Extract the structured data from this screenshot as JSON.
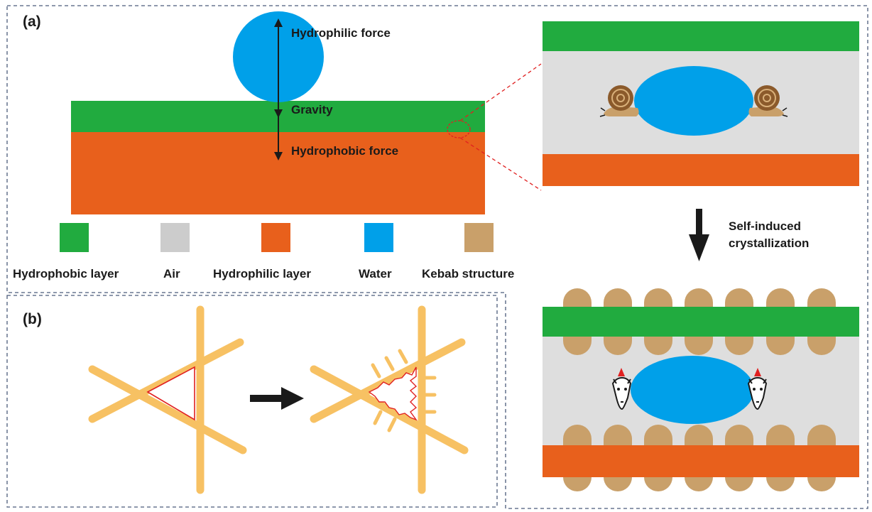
{
  "panels": {
    "a_label": "(a)",
    "b_label": "(b)"
  },
  "forces": {
    "top": "Hydrophilic force",
    "middle": "Gravity",
    "bottom": "Hydrophobic force"
  },
  "legend": [
    {
      "label": "Hydrophobic layer",
      "color": "#21ab3f"
    },
    {
      "label": "Air",
      "color": "#cccccc"
    },
    {
      "label": "Hydrophilic layer",
      "color": "#e8601c"
    },
    {
      "label": "Water",
      "color": "#00a0e9"
    },
    {
      "label": "Kebab structure",
      "color": "#c9a06a"
    }
  ],
  "process": {
    "line1": "Self-induced",
    "line2": "crystallization"
  },
  "colors": {
    "hydrophobic": "#21ab3f",
    "hydrophilic": "#e8601c",
    "water": "#00a0e9",
    "air": "#dedede",
    "kebab": "#c9a06a",
    "fiber": "#f7c163",
    "pore_outline": "#e02020",
    "dash_border": "#4a5a7a",
    "zoom_line": "#e02020"
  }
}
